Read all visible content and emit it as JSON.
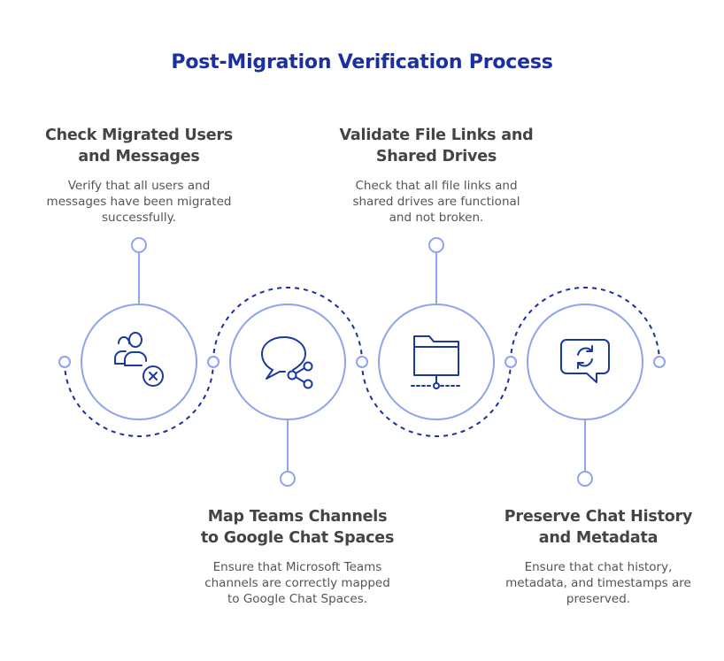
{
  "title": "Post-Migration Verification Process",
  "steps": [
    {
      "title": "Check Migrated Users\nand Messages",
      "description": "Verify that all users and\nmessages have been migrated\nsuccessfully.",
      "icon": "users-remove-icon"
    },
    {
      "title": "Map Teams Channels\nto Google Chat Spaces",
      "description": "Ensure that Microsoft Teams\nchannels are correctly mapped\nto Google Chat Spaces.",
      "icon": "chat-share-icon"
    },
    {
      "title": "Validate File Links and\nShared Drives",
      "description": "Check that all file links and\nshared drives are functional\nand not broken.",
      "icon": "network-folder-icon"
    },
    {
      "title": "Preserve Chat History\nand Metadata",
      "description": "Ensure that chat history,\nmetadata, and timestamps are\npreserved.",
      "icon": "chat-sync-icon"
    }
  ],
  "colors": {
    "title": "#1a2fa0",
    "ring": "#8fa3ee",
    "dashed": "#1a2fa0",
    "icon": "#1a3a9e",
    "heading": "#444444",
    "body": "#555555"
  }
}
